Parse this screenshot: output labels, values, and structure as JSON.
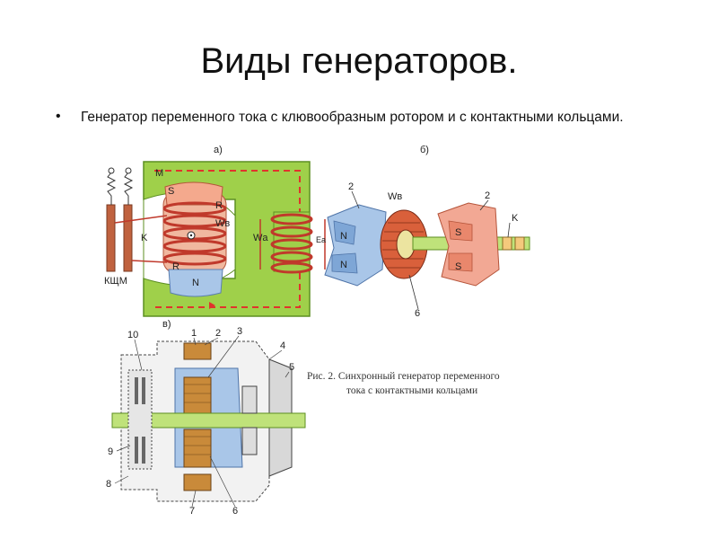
{
  "slide": {
    "title": "Виды генераторов.",
    "bullet": "Генератор переменного тока с клювообразным ротором и с контактными кольцами."
  },
  "figure": {
    "panel_labels": {
      "a": "а)",
      "b": "б)",
      "v": "в)"
    },
    "panel_a": {
      "labels": {
        "M": "M",
        "S": "S",
        "R_top": "R",
        "Wv": "Wв",
        "K": "K",
        "R_left": "R",
        "N": "N",
        "Wa": "Wа",
        "Ea": "Eа",
        "kshch": "КЩМ"
      }
    },
    "panel_b": {
      "labels": {
        "n2_left": "2",
        "Wv": "Wв",
        "n2_right": "2",
        "N_top": "N",
        "N_bot": "N",
        "S_top": "S",
        "S_bot": "S",
        "K": "K",
        "n6": "6"
      }
    },
    "panel_v": {
      "numbers": [
        "10",
        "1",
        "2",
        "3",
        "4",
        "5",
        "9",
        "8",
        "7",
        "6"
      ]
    },
    "caption": [
      "Рис. 2. Синхронный генератор переменного",
      "тока с контактными кольцами"
    ],
    "colors": {
      "frame": "#8cc63f",
      "winding": "#c0392b",
      "rotor": "#e8856a",
      "pole_blue": "#8fb3dd",
      "dash": "#d33"
    }
  }
}
